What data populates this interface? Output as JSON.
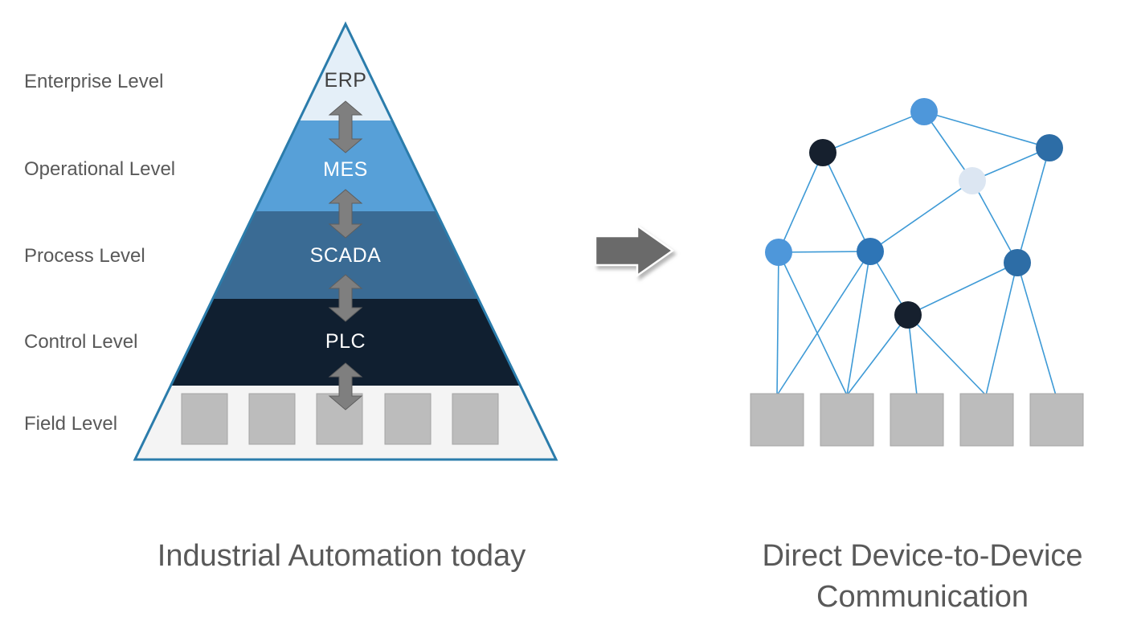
{
  "pyramid": {
    "levels": [
      {
        "label": "Enterprise Level",
        "system": "ERP"
      },
      {
        "label": "Operational Level",
        "system": "MES"
      },
      {
        "label": "Process Level",
        "system": "SCADA"
      },
      {
        "label": "Control Level",
        "system": "PLC"
      },
      {
        "label": "Field Level",
        "system": ""
      }
    ],
    "caption": "Industrial Automation today"
  },
  "network": {
    "caption_line1": "Direct Device-to-Device",
    "caption_line2": "Communication"
  },
  "icons": {
    "level_link_arrow": "double-headed-vertical-arrow",
    "transition_arrow": "right-block-arrow"
  },
  "colors": {
    "erp_fill": "#e4eff8",
    "mes_fill": "#57a0d8",
    "scada_fill": "#3a6b94",
    "plc_fill": "#101f30",
    "field_fill": "#f4f4f4",
    "pyramid_outline": "#2b7cab",
    "device_fill": "#bcbcbc",
    "device_stroke": "#a5a5a5",
    "level_arrow_fill": "#7f7f7f",
    "level_arrow_stroke": "#5e5e5e",
    "transition_arrow_fill": "#6a6a6a",
    "edge_stroke": "#3e9ad6",
    "node_blue": "#4e97da",
    "node_mid_blue": "#2e75b6",
    "node_steel_blue": "#2d6da6",
    "node_dark": "#16202e",
    "node_pale": "#dce6f2",
    "label_text": "#595959"
  }
}
